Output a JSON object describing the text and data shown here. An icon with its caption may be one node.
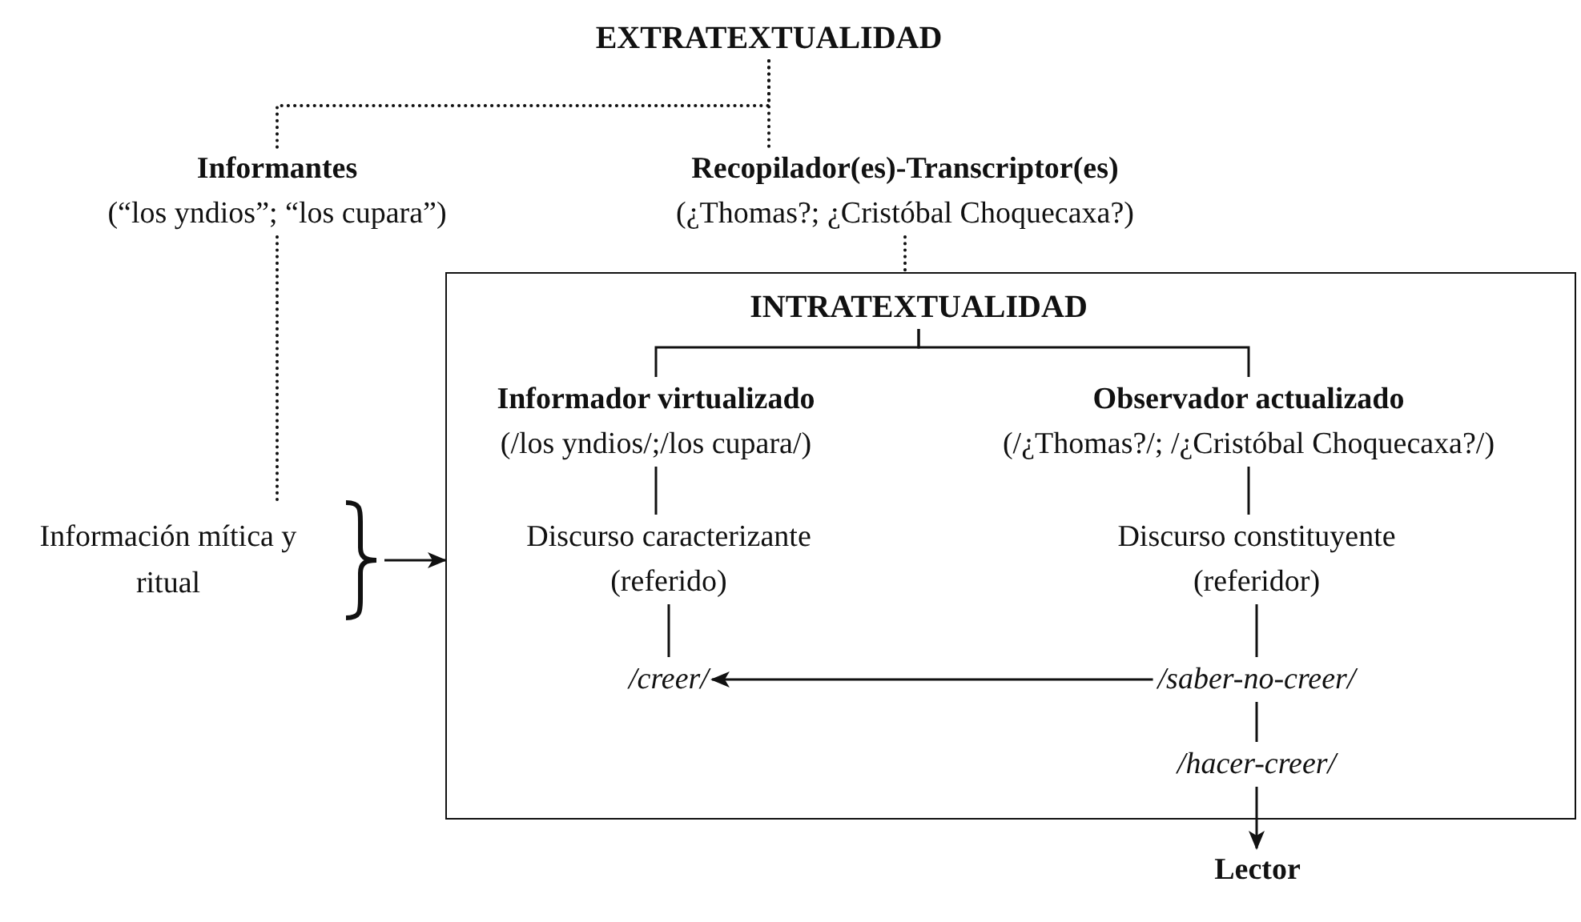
{
  "diagram": {
    "nodes": [
      {
        "text": [
          "EXTRATEXTUALIDAD"
        ]
      },
      {
        "text": [
          "Informantes",
          "(“los yndios”; “los cupara”)"
        ]
      },
      {
        "text": [
          "Recopilador(es)-Transcriptor(es)",
          "(¿Thomas?; ¿Cristóbal Choquecaxa?)"
        ]
      },
      {
        "text": [],
        "shape": "box"
      },
      {
        "text": [
          "INTRATEXTUALIDAD"
        ],
        "in": 3
      },
      {
        "text": [
          "Informador virtualizado",
          "(/los yndios/;/los cupara/)"
        ],
        "in": 3
      },
      {
        "text": [
          "Observador actualizado",
          "(/¿Thomas?/; /¿Cristóbal Choquecaxa?/)"
        ],
        "in": 3
      },
      {
        "text": [
          "Discurso caracterizante",
          "(referido)"
        ],
        "in": 3
      },
      {
        "text": [
          "Discurso constituyente",
          "(referidor)"
        ],
        "in": 3
      },
      {
        "text": [
          "/creer/"
        ],
        "in": 3
      },
      {
        "text": [
          "/saber-no-creer/"
        ],
        "in": 3
      },
      {
        "text": [
          "/hacer-creer/"
        ],
        "in": 3
      },
      {
        "text": [
          "Información mítica y ritual"
        ]
      },
      {
        "text": [
          "Lector"
        ]
      }
    ],
    "edges": [
      {
        "from": 0,
        "to": 1,
        "arrow": "none",
        "style": "dashed"
      },
      {
        "from": 0,
        "to": 2,
        "arrow": "none",
        "style": "dashed"
      },
      {
        "from": 1,
        "to": 12,
        "arrow": "none",
        "style": "dashed"
      },
      {
        "from": 2,
        "to": 3,
        "arrow": "none",
        "style": "dashed"
      },
      {
        "from": 12,
        "to": 3,
        "arrow": "to"
      },
      {
        "from": 4,
        "to": 5,
        "arrow": "none"
      },
      {
        "from": 4,
        "to": 6,
        "arrow": "none"
      },
      {
        "from": 5,
        "to": 7,
        "arrow": "none"
      },
      {
        "from": 7,
        "to": 9,
        "arrow": "none"
      },
      {
        "from": 6,
        "to": 8,
        "arrow": "none"
      },
      {
        "from": 8,
        "to": 10,
        "arrow": "none"
      },
      {
        "from": 10,
        "to": 9,
        "arrow": "to"
      },
      {
        "from": 10,
        "to": 11,
        "arrow": "none"
      },
      {
        "from": 11,
        "to": 13,
        "arrow": "to"
      }
    ]
  }
}
